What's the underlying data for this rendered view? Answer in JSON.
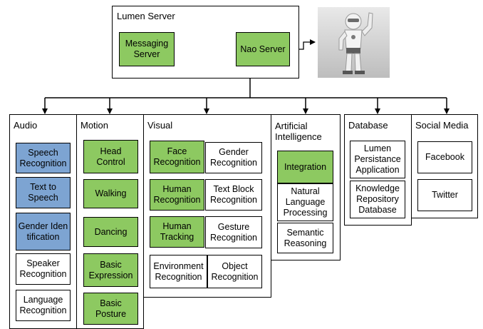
{
  "server": {
    "title": "Lumen Server",
    "messaging": "Messaging Server",
    "nao": "Nao Server"
  },
  "colors": {
    "green": "#8dc961",
    "blue": "#7da4d2",
    "white": "#ffffff",
    "line": "#000000"
  },
  "robot": {
    "icon": "nao-robot-photo"
  },
  "categories": {
    "audio": {
      "title": "Audio",
      "items": [
        "Speech Recognition",
        "Text to Speech",
        "Gender Identification",
        "Speaker Recognition",
        "Language Recognition"
      ]
    },
    "motion": {
      "title": "Motion",
      "items": [
        "Head Control",
        "Walking",
        "Dancing",
        "Basic Expression",
        "Basic Posture"
      ]
    },
    "visual": {
      "title": "Visual",
      "items": [
        "Face Recognition",
        "Gender Recognition",
        "Human Recognition",
        "Text Block Recognition",
        "Human Tracking",
        "Gesture Recognition",
        "Environment Recognition",
        "Object Recognition"
      ]
    },
    "ai": {
      "title": "Artificial Intelligence",
      "items": [
        "Integration",
        "Natural Language Processing",
        "Semantic Reasoning"
      ]
    },
    "database": {
      "title": "Database",
      "items": [
        "Lumen Persistance Application",
        "Knowledge Repository Database"
      ]
    },
    "social": {
      "title": "Social Media",
      "items": [
        "Facebook",
        "Twitter"
      ]
    }
  }
}
